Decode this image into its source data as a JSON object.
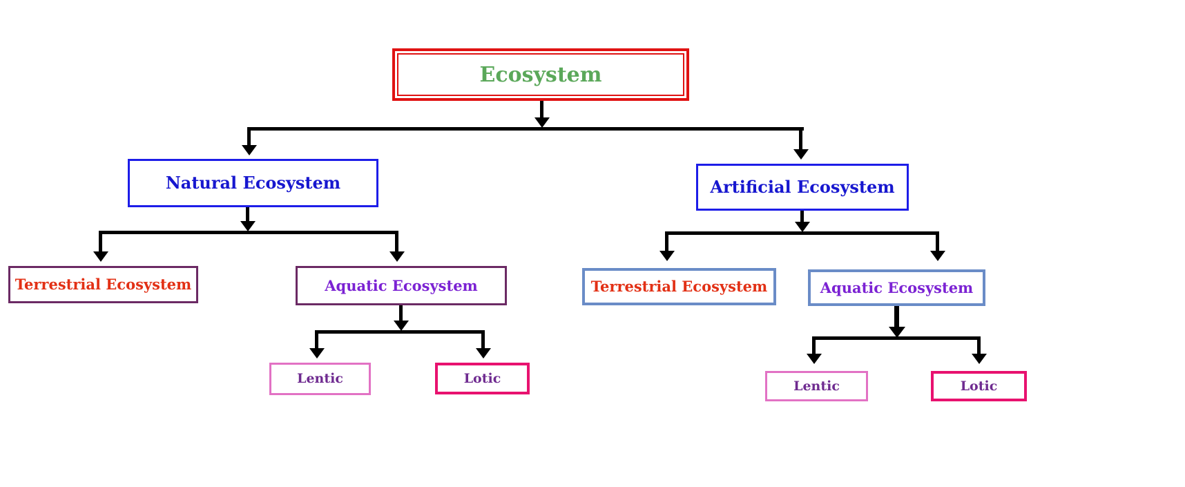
{
  "diagram": {
    "nodes": {
      "root": {
        "label": "Ecosystem"
      },
      "natural": {
        "label": "Natural Ecosystem"
      },
      "artificial": {
        "label": "Artificial Ecosystem"
      },
      "natural_terrestrial": {
        "label": "Terrestrial Ecosystem"
      },
      "natural_aquatic": {
        "label": "Aquatic Ecosystem"
      },
      "natural_lentic": {
        "label": "Lentic"
      },
      "natural_lotic": {
        "label": "Lotic"
      },
      "artificial_terrestrial": {
        "label": "Terrestrial Ecosystem"
      },
      "artificial_aquatic": {
        "label": "Aquatic Ecosystem"
      },
      "artificial_lentic": {
        "label": "Lentic"
      },
      "artificial_lotic": {
        "label": "Lotic"
      }
    },
    "edges": [
      {
        "from": "root",
        "to": "natural"
      },
      {
        "from": "root",
        "to": "artificial"
      },
      {
        "from": "natural",
        "to": "natural_terrestrial"
      },
      {
        "from": "natural",
        "to": "natural_aquatic"
      },
      {
        "from": "natural_aquatic",
        "to": "natural_lentic"
      },
      {
        "from": "natural_aquatic",
        "to": "natural_lotic"
      },
      {
        "from": "artificial",
        "to": "artificial_terrestrial"
      },
      {
        "from": "artificial",
        "to": "artificial_aquatic"
      },
      {
        "from": "artificial_aquatic",
        "to": "artificial_lentic"
      },
      {
        "from": "artificial_aquatic",
        "to": "artificial_lotic"
      }
    ]
  },
  "colors": {
    "root-border": "#e01212",
    "root-text": "#5ba85a",
    "branch-border": "#1d1de8",
    "branch-text": "#1717cf",
    "plum-border": "#6b2a64",
    "steel-border": "#6a8cc7",
    "pink-border": "#e272c4",
    "deeppink-border": "#e8126f",
    "red-text": "#e23015",
    "violet-text": "#7b22d3",
    "purple-text": "#6f2b90",
    "arrow": "#000000"
  }
}
